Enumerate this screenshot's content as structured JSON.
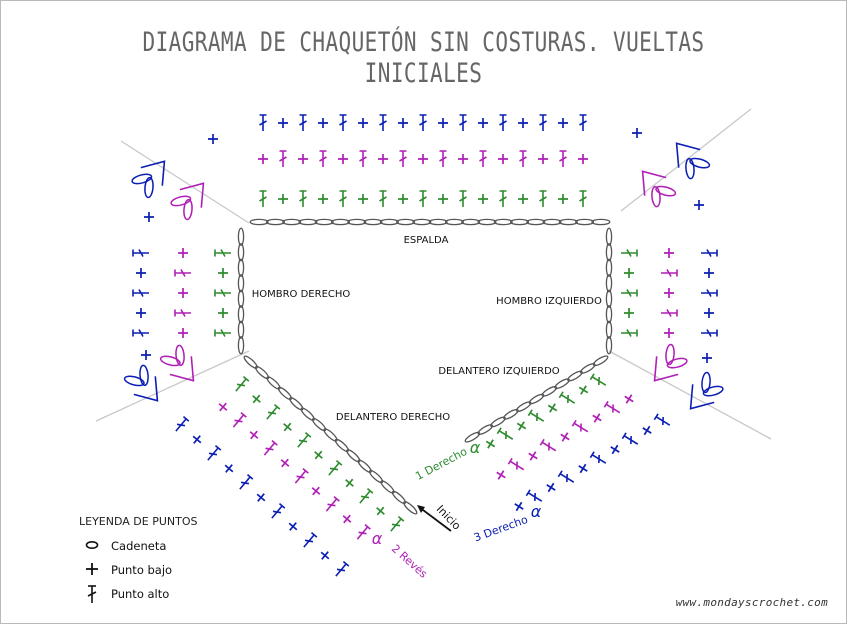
{
  "title": "DIAGRAMA DE CHAQUETÓN SIN COSTURAS. VUELTAS INICIALES",
  "sections": {
    "espalda": "ESPALDA",
    "hombro_derecho": "HOMBRO DERECHO",
    "hombro_izquierdo": "HOMBRO IZQUIERDO",
    "delantero_derecho": "DELANTERO DERECHO",
    "delantero_izquierdo": "DELANTERO IZQUIERDO"
  },
  "rows": {
    "row1": "1 Derecho",
    "row2": "2 Revés",
    "row3": "3 Derecho",
    "inicio": "Inicio"
  },
  "colors": {
    "row1": "#2e8b2e",
    "row2": "#b01fb6",
    "row3": "#0c1fb4",
    "chain": "#555555",
    "raglan": "#c8c8c8",
    "title": "#666666"
  },
  "legend": {
    "title": "LEYENDA DE PUNTOS",
    "items": [
      {
        "icon": "chain-stitch-icon",
        "label": "Cadeneta"
      },
      {
        "icon": "single-crochet-icon",
        "label": "Punto bajo"
      },
      {
        "icon": "double-crochet-icon",
        "label": "Punto alto"
      }
    ]
  },
  "watermark": "www.mondayscrochet.com"
}
